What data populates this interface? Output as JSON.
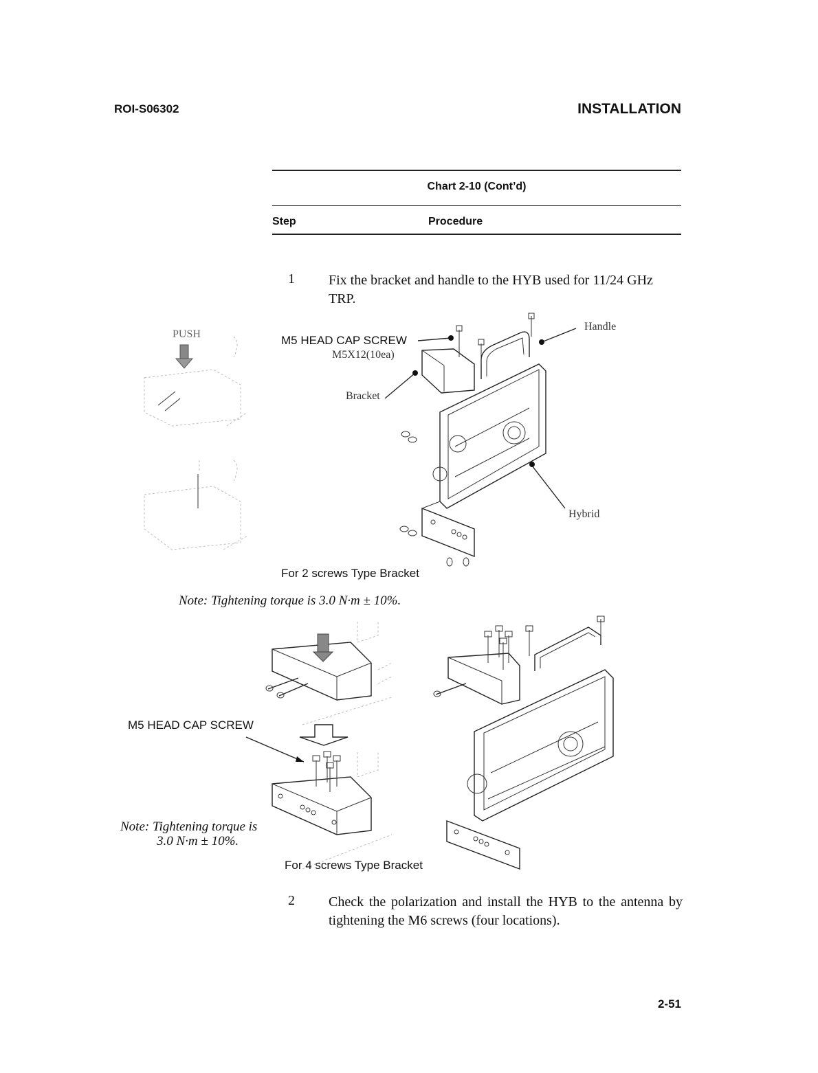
{
  "header": {
    "doc_id": "ROI-S06302",
    "section": "INSTALLATION"
  },
  "table": {
    "title": "Chart 2-10  (Cont’d)",
    "col_step": "Step",
    "col_procedure": "Procedure"
  },
  "steps": [
    {
      "num": "1",
      "text": "Fix the bracket and handle to the HYB used for 11/24 GHz TRP."
    },
    {
      "num": "2",
      "text": "Check the polarization and install the HYB to the antenna by tightening the M6 screws (four locations)."
    }
  ],
  "figure1": {
    "push_label": "PUSH",
    "screw_label": "M5 HEAD CAP SCREW",
    "screw_spec": "M5X12(10ea)",
    "bracket_label": "Bracket",
    "handle_label": "Handle",
    "hybrid_label": "Hybrid",
    "caption": "For 2 screws Type Bracket",
    "note": "Note: Tightening torque is 3.0 N·m ± 10%."
  },
  "figure2": {
    "screw_label": "M5 HEAD CAP SCREW",
    "note_line1": "Note: Tightening torque is",
    "note_line2": "3.0 N·m ± 10%.",
    "caption": "For 4 screws Type Bracket"
  },
  "footer": {
    "page_number": "2-51"
  }
}
